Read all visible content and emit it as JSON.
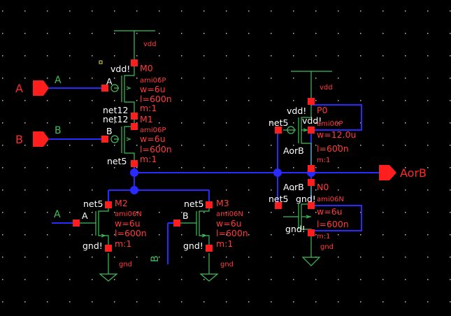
{
  "colors": {
    "background": "#000000",
    "wire": "#2a2aff",
    "device": "#3fbf5a",
    "pin": "#ff1e1e",
    "label": "#ffffff",
    "param": "#ff3b3b"
  },
  "ports": {
    "in_a": "A",
    "in_b": "B",
    "out": "AorB"
  },
  "wire_labels": {
    "a_top": "A",
    "b_top": "B",
    "a_bottom": "A",
    "b_bottom": "B"
  },
  "supplies": {
    "vdd_left": "vdd",
    "vdd_right": "vdd",
    "gnd_m2": "gnd",
    "gnd_m3": "gnd",
    "gnd_n0": "gnd"
  },
  "transistors": {
    "m0": {
      "name": "M0",
      "model": "ami06P",
      "w": "w=6u",
      "l": "l=600n",
      "m": "m:1",
      "pin_s": "vdd!",
      "pin_g": "A",
      "pin_d": "net12"
    },
    "m1": {
      "name": "M1",
      "model": "ami06P",
      "w": "w=6u",
      "l": "l=600n",
      "m": "m:1",
      "pin_s": "net12",
      "pin_g": "B",
      "pin_d": "net5"
    },
    "m2": {
      "name": "M2",
      "model": "ami06N",
      "w": "w=6u",
      "l": "l=600n",
      "m": "m:1",
      "pin_d": "net5",
      "pin_g": "A",
      "pin_s": "gnd!"
    },
    "m3": {
      "name": "M3",
      "model": "ami06N",
      "w": "w=6u",
      "l": "l=600n",
      "m": "m:1",
      "pin_d": "net5",
      "pin_g": "B",
      "pin_s": "gnd!"
    },
    "p0": {
      "name": "P0",
      "model": "ami06P",
      "w": "w=12.0u",
      "l": "l=600n",
      "m": "m:1",
      "pin_s": "vdd!",
      "pin_g": "net5",
      "pin_d": "AorB",
      "pin_b": "vdd!"
    },
    "n0": {
      "name": "N0",
      "model": "ami06N",
      "w": "w=6u",
      "l": "l=600n",
      "m": "m:1",
      "pin_d": "AorB",
      "pin_g": "net5",
      "pin_s": "gnd!",
      "pin_b": "gnd!"
    }
  }
}
